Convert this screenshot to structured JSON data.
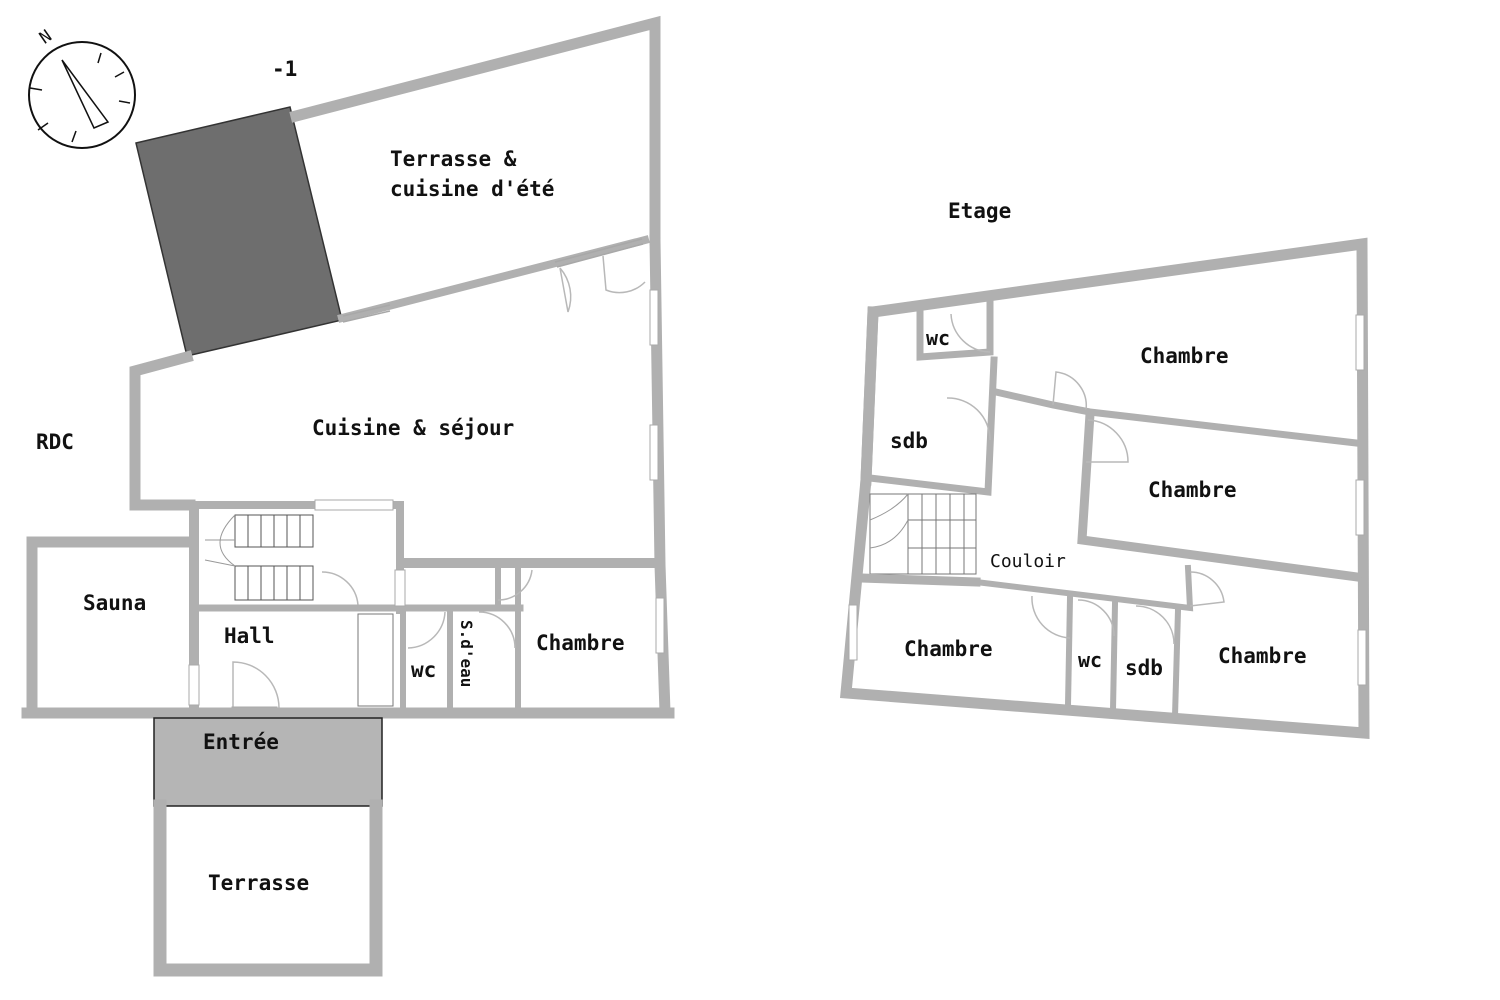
{
  "levels": {
    "basement": "-1",
    "ground": "RDC",
    "upper": "Etage"
  },
  "compass": {
    "letter": "N",
    "icon": "compass-rose-icon"
  },
  "ground_floor_rooms": {
    "terrace_kitchen_line1": "Terrasse &",
    "terrace_kitchen_line2": "cuisine d'été",
    "kitchen_living": "Cuisine & séjour",
    "sauna": "Sauna",
    "hall": "Hall",
    "wc": "wc",
    "shower_room": "S.d'eau",
    "bedroom": "Chambre",
    "entrance": "Entrée",
    "terrace": "Terrasse"
  },
  "upper_floor_rooms": {
    "wc_top": "wc",
    "bedroom_top": "Chambre",
    "bathroom_left": "sdb",
    "bedroom_middle": "Chambre",
    "corridor": "Couloir",
    "bedroom_bottom_left": "Chambre",
    "wc_bottom": "wc",
    "bathroom_bottom": "sdb",
    "bedroom_bottom_right": "Chambre"
  },
  "colors": {
    "wall": "#b0b0b0",
    "roof_fill": "#6e6e6e",
    "entrance_fill": "#b5b5b5",
    "text": "#111111"
  }
}
